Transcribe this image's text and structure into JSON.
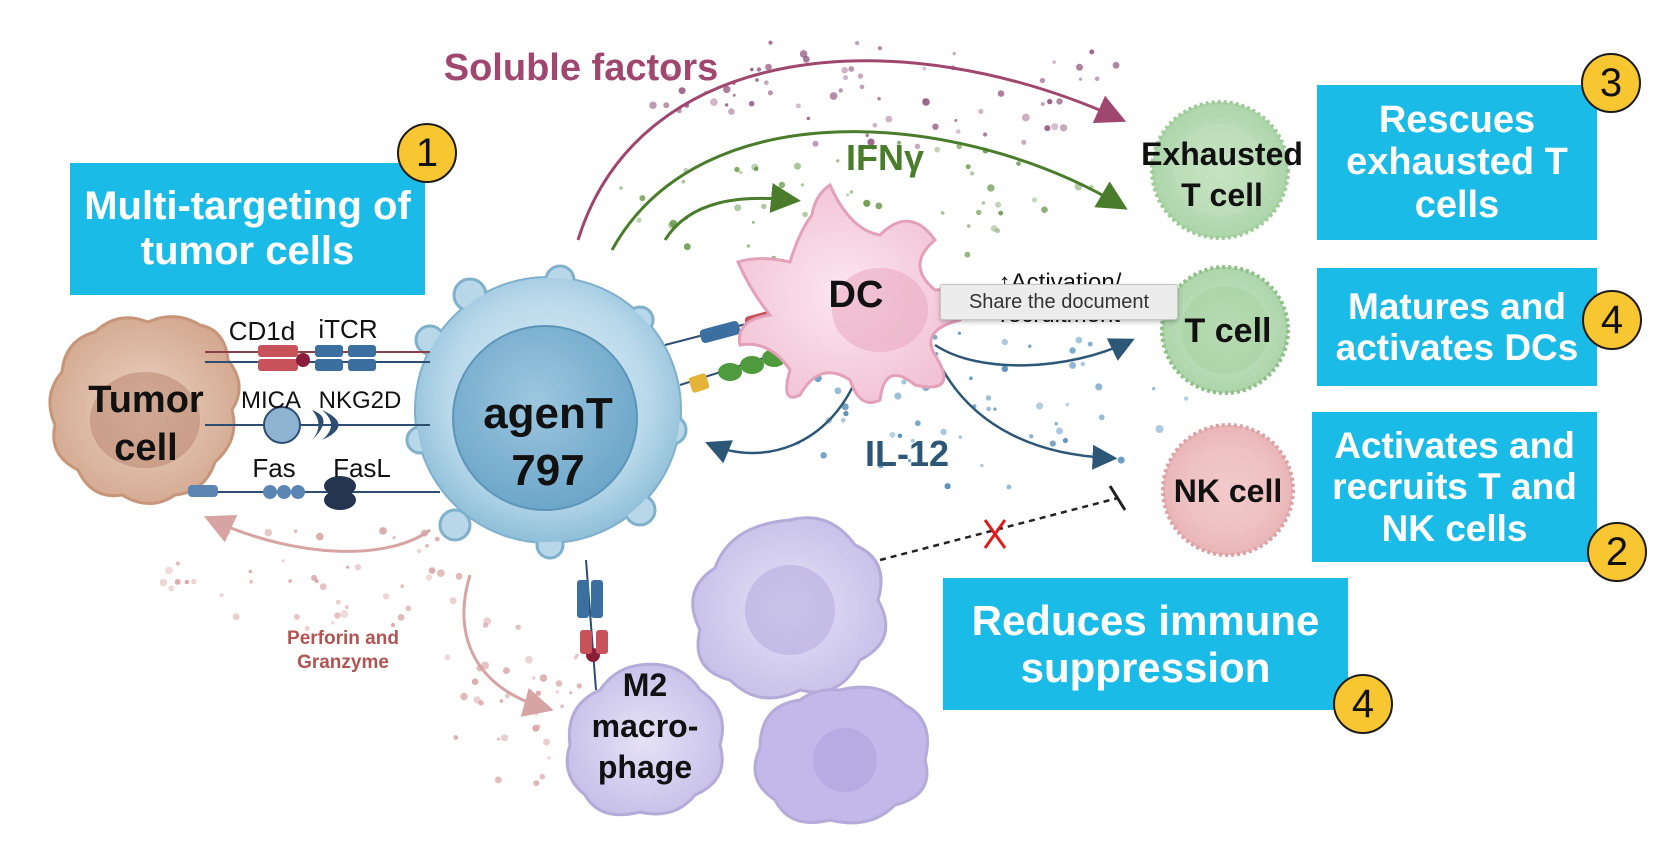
{
  "boxes": {
    "multi_targeting": "Multi-targeting of tumor cells",
    "rescues": "Rescues exhausted T cells",
    "matures": "Matures and activates DCs",
    "activates_recruits": "Activates and recruits T and NK cells",
    "reduces": "Reduces immune suppression"
  },
  "badges": {
    "multi_targeting": "1",
    "rescues": "3",
    "matures": "4",
    "activates_recruits": "2",
    "reduces": "4"
  },
  "labels": {
    "soluble_factors": "Soluble factors",
    "ifng": "IFNγ",
    "il12": "IL-12",
    "activation_line1": "↑Activation/",
    "activation_line2": "recruitment",
    "perforin_line1": "Perforin and",
    "perforin_line2": "Granzyme",
    "cd1d": "CD1d",
    "itcr": "iTCR",
    "mica": "MICA",
    "nkg2d": "NKG2D",
    "fas": "Fas",
    "fasl": "FasL"
  },
  "cells": {
    "tumor_line1": "Tumor",
    "tumor_line2": "cell",
    "agent_line1": "agenT",
    "agent_line2": "797",
    "dc": "DC",
    "exhausted_line1": "Exhausted",
    "exhausted_line2": "T cell",
    "tcell": "T cell",
    "nkcell": "NK cell",
    "m2_line1": "M2",
    "m2_line2": "macro-",
    "m2_line3": "phage"
  },
  "tooltip": "Share the document",
  "colors": {
    "box": "#1bbbe8",
    "badge": "#f7c630",
    "soluble": "#a0476f",
    "ifng": "#4a7d2b",
    "il12": "#2c5777",
    "perforin": "#b15454",
    "inhibit_x": "#e11b1b"
  }
}
